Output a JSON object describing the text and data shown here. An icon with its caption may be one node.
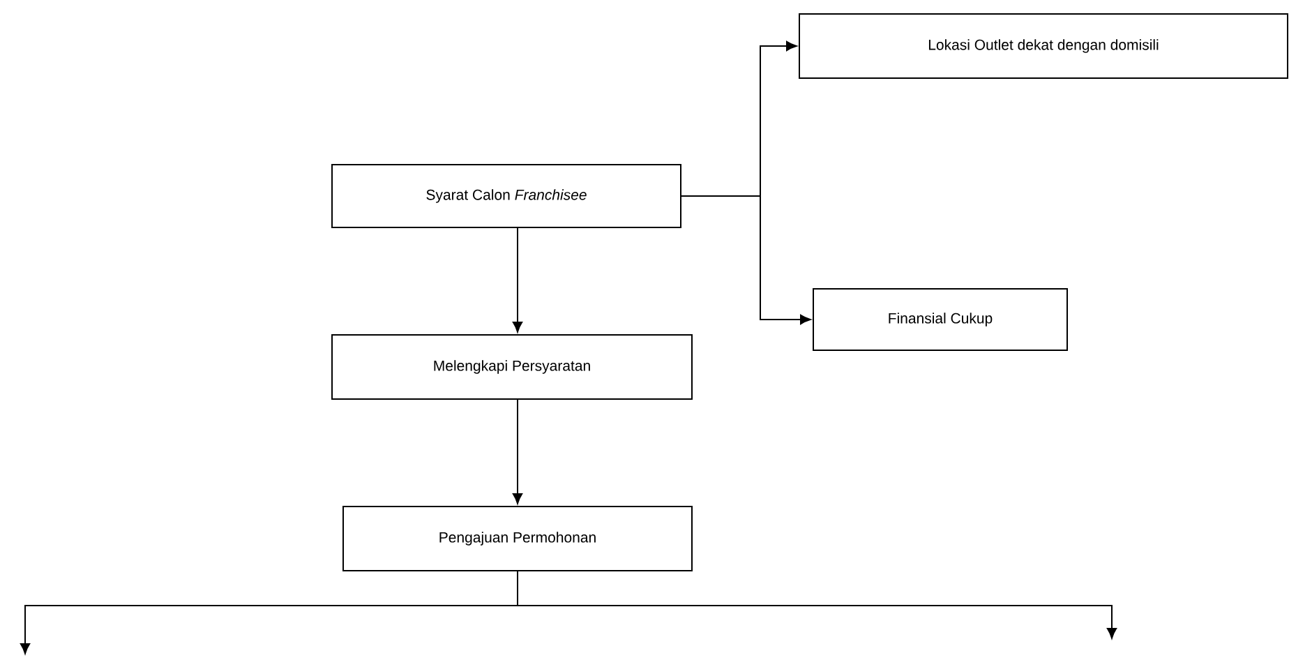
{
  "diagram": {
    "nodes": [
      {
        "text": [
          "Syarat Calon *Franchisee*"
        ]
      },
      {
        "text": [
          "Lokasi Outlet dekat dengan domisili"
        ]
      },
      {
        "text": [
          "Finansial Cukup"
        ]
      },
      {
        "text": [
          "Melengkapi Persyaratan"
        ]
      },
      {
        "text": [
          "Pengajuan Permohonan"
        ]
      }
    ],
    "edges": [
      {
        "from": 0,
        "to": 1,
        "arrow": "to"
      },
      {
        "from": 0,
        "to": 2,
        "arrow": "to"
      },
      {
        "from": 0,
        "to": 3,
        "arrow": "to"
      },
      {
        "from": 3,
        "to": 4,
        "arrow": "to"
      },
      {
        "from": 4,
        "to": null,
        "arrow": "to"
      },
      {
        "from": 4,
        "to": null,
        "arrow": "to"
      }
    ]
  }
}
